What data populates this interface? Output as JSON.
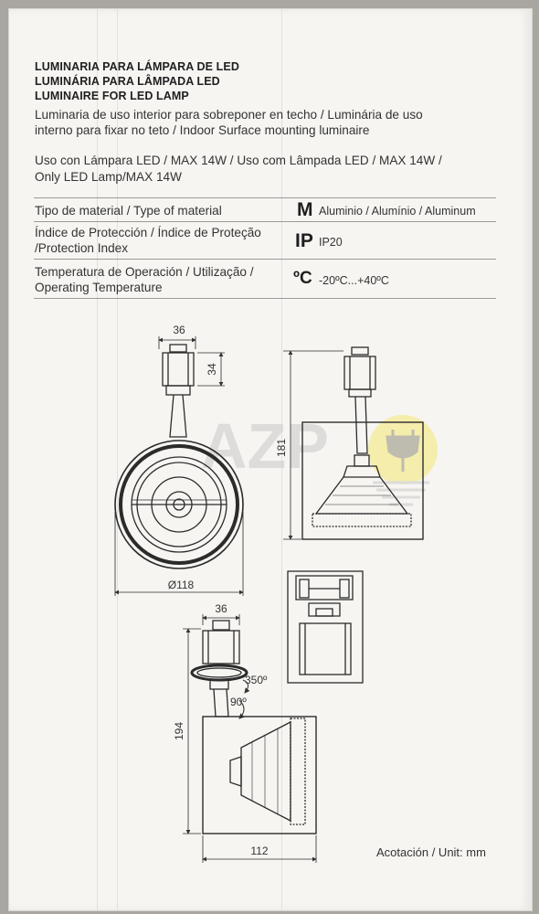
{
  "heading": {
    "line1": "LUMINARIA PARA LÁMPARA DE LED",
    "line2": "LUMINÁRIA PARA LÂMPADA LED",
    "line3": "LUMINAIRE FOR LED LAMP"
  },
  "description": {
    "line1": "Luminaria de uso interior para sobreponer en techo / Luminária de uso",
    "line2": "interno para fixar no teto / Indoor Surface mounting luminaire"
  },
  "usage": {
    "line1": "Uso con Lámpara LED / MAX 14W  /  Uso com Lâmpada LED / MAX 14W /",
    "line2": "Only LED Lamp/MAX 14W"
  },
  "specs": [
    {
      "label1": "Tipo de material / Type of material",
      "label2": "",
      "symbol": "M",
      "value": "Aluminio / Alumínio / Aluminum"
    },
    {
      "label1": "Índice de Protección / Índice de Proteção",
      "label2": "/Protection Index",
      "symbol": "IP",
      "value": "IP20"
    },
    {
      "label1": "Temperatura de Operación / Utilização /",
      "label2": "Operating Temperature",
      "symbol": "ºC",
      "value": "-20ºC...+40ºC"
    }
  ],
  "dimensions": {
    "top_width": "36",
    "top_height": "34",
    "diameter": "Ø118",
    "side_height": "181",
    "bottom_width": "36",
    "rotation_horizontal": "350º",
    "rotation_vertical": "90º",
    "total_height": "194",
    "depth": "112"
  },
  "unit_note": "Acotación / Unit: mm",
  "watermark": "AZP",
  "colors": {
    "card": "#f6f5f2",
    "ink": "#2a2a2a",
    "watermark_yellow": "#f2e35c"
  }
}
